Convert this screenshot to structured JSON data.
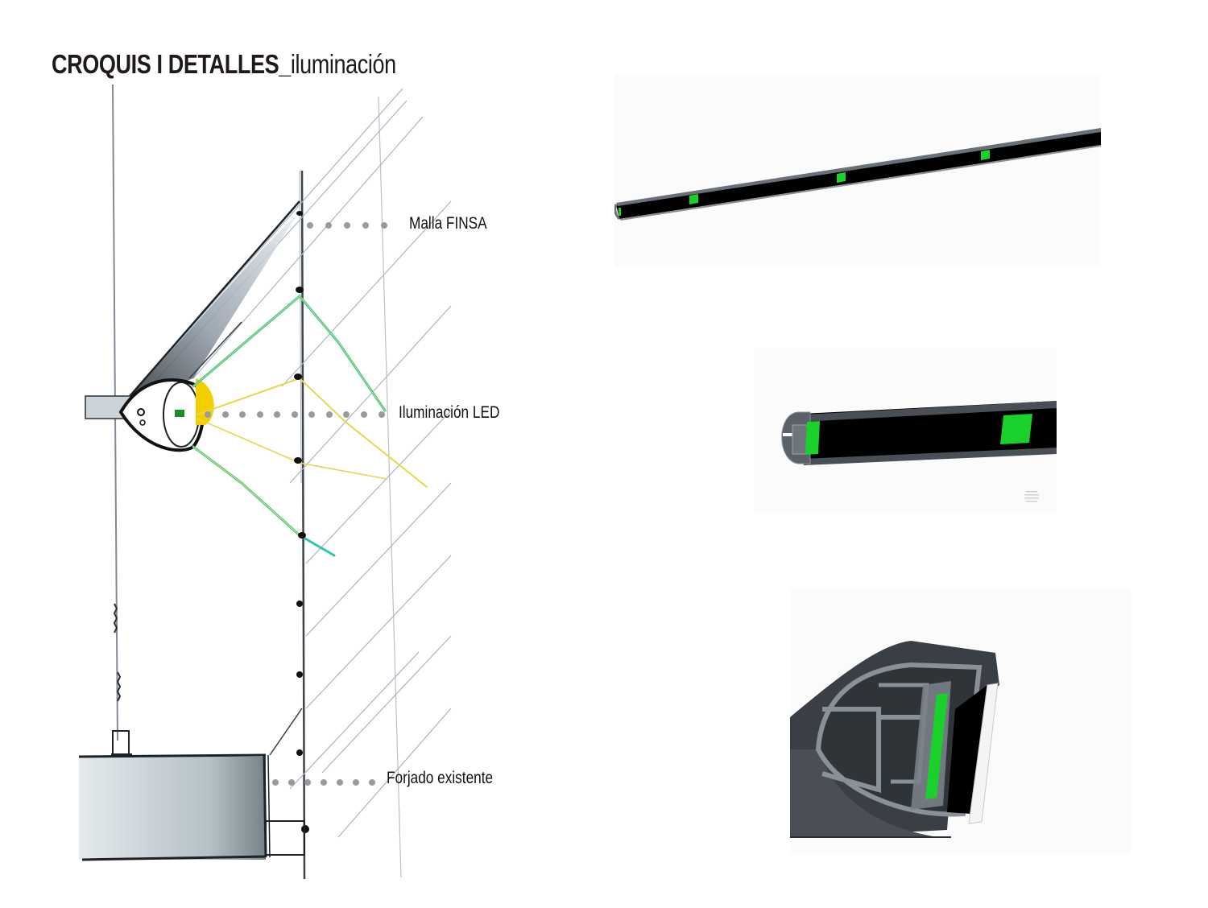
{
  "title": {
    "bold": "CROQUIS I DETALLES",
    "separator": "_",
    "light": "iluminación"
  },
  "sketch": {
    "callouts": [
      {
        "id": "malla",
        "label": "Malla FINSA",
        "dots": 5
      },
      {
        "id": "led",
        "label": "Iluminación LED",
        "dots": 11
      },
      {
        "id": "forjado",
        "label": "Forjado existente",
        "dots": 7
      }
    ],
    "colors": {
      "pencil": "#2b2f33",
      "light_pencil": "#a9b4bf",
      "cyan_ray": "#2ec6a8",
      "yellow_ray": "#e6d84a",
      "led_glow": "#f4cf00",
      "dot": "#9a9a9a"
    }
  },
  "renders": [
    {
      "id": "render-profile-long",
      "description": "LED profile full length view",
      "led_modules": 3
    },
    {
      "id": "render-profile-end",
      "description": "LED profile end close-up",
      "led_modules": 2
    },
    {
      "id": "render-profile-section",
      "description": "LED profile cross-section detail"
    }
  ],
  "palette": {
    "profile_dark": "#000000",
    "profile_gray": "#4a4f55",
    "profile_edge": "#8a9097",
    "led_green": "#19d12a",
    "background": "#fbfbfb"
  }
}
